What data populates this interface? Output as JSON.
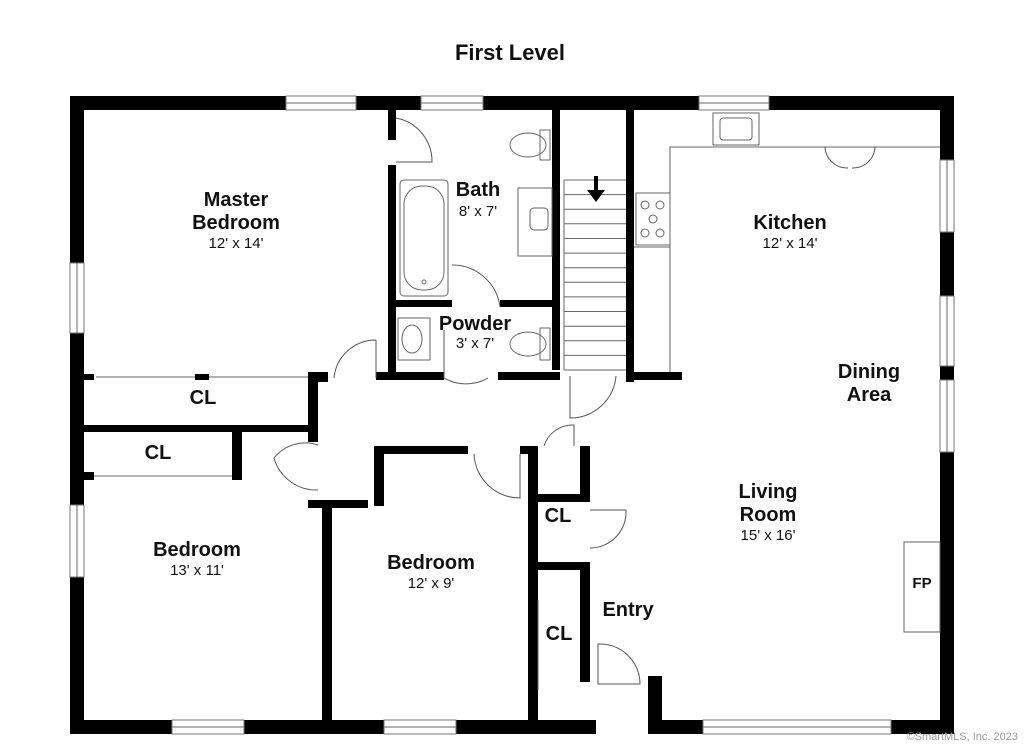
{
  "plan": {
    "title": "First Level",
    "rooms": {
      "master_bedroom": {
        "name_line1": "Master",
        "name_line2": "Bedroom",
        "size": "12' x 14'"
      },
      "bath": {
        "name": "Bath",
        "size": "8' x 7'"
      },
      "powder": {
        "name": "Powder",
        "size": "3' x 7'"
      },
      "kitchen": {
        "name": "Kitchen",
        "size": "12' x 14'"
      },
      "dining": {
        "name_line1": "Dining",
        "name_line2": "Area"
      },
      "living": {
        "name_line1": "Living",
        "name_line2": "Room",
        "size": "15' x 16'"
      },
      "bedroom_left": {
        "name": "Bedroom",
        "size": "13' x 11'"
      },
      "bedroom_center": {
        "name": "Bedroom",
        "size": "12' x 9'"
      },
      "entry": {
        "name": "Entry"
      },
      "fireplace": {
        "name": "FP"
      }
    },
    "closets": {
      "cl_master": "CL",
      "cl_hall": "CL",
      "cl_center_top": "CL",
      "cl_center_bottom": "CL"
    },
    "stairs_direction": "down",
    "copyright": "©SmartMLS, Inc. 2023"
  }
}
